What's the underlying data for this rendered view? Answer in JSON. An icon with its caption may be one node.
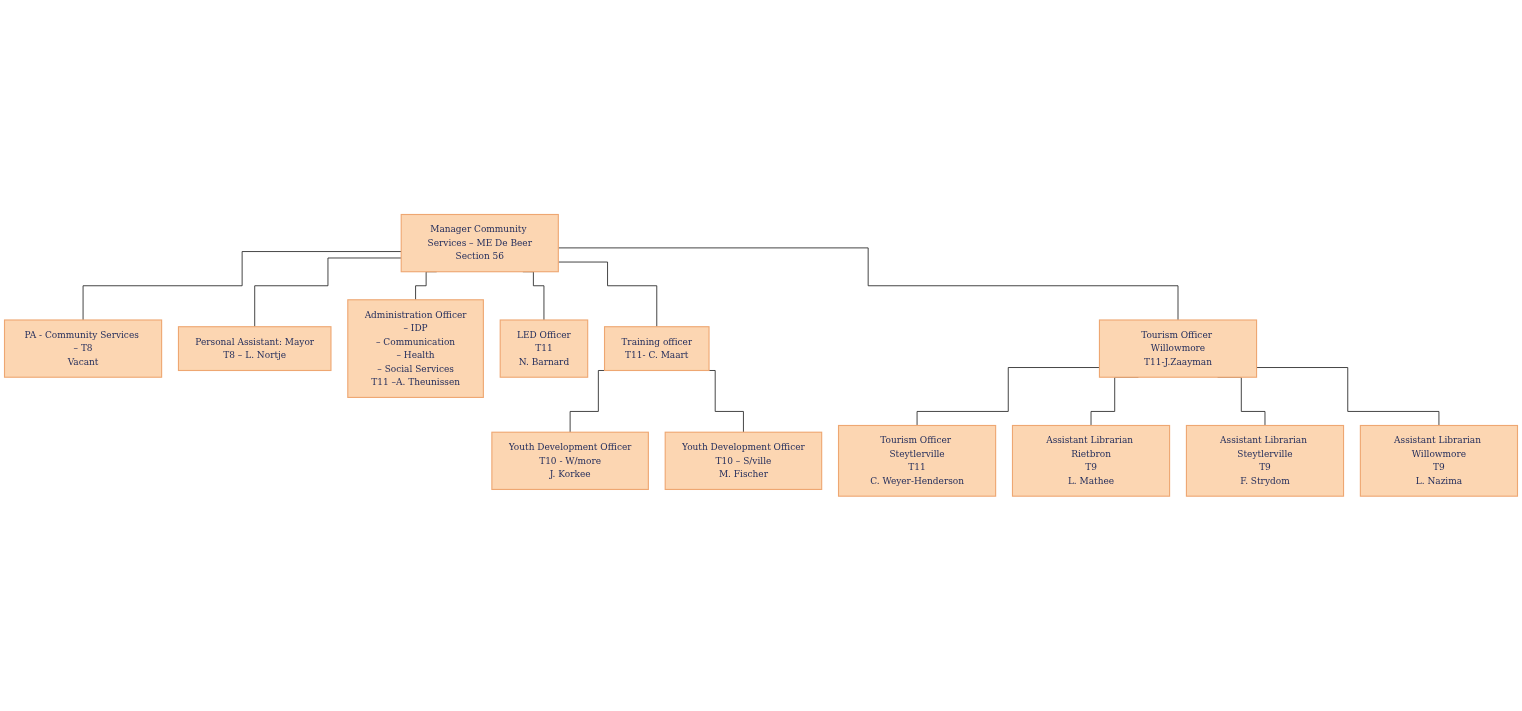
{
  "diagram": {
    "nodes": [
      {
        "text": [
          "Manager Community Services – ME De Beer",
          "Section 56"
        ]
      },
      {
        "text": [
          "PA - Community Services – T8",
          "Vacant"
        ]
      },
      {
        "text": [
          "Personal Assistant:  Mayor",
          "T8 – L. Nortje"
        ]
      },
      {
        "text": [
          "Administration Officer",
          "– IDP",
          "– Communication",
          "– Health",
          "– Social Services",
          "T11 –A. Theunissen"
        ]
      },
      {
        "text": [
          "LED Officer",
          "T11",
          "N. Barnard"
        ]
      },
      {
        "text": [
          "Training officer",
          "T11- C. Maart"
        ]
      },
      {
        "text": [
          "Tourism Officer Willowmore",
          "T11-J.Zaayman"
        ]
      },
      {
        "text": [
          "Tourism Officer Steytlerville",
          "T11",
          "C. Weyer-Henderson"
        ]
      },
      {
        "text": [
          "Youth Development Officer",
          "T10 - W/more",
          "J. Korkee"
        ]
      },
      {
        "text": [
          "Youth Development Officer",
          "T10 – S/ville",
          "M. Fischer"
        ]
      },
      {
        "text": [
          "Assistant Librarian Rietbron",
          "T9",
          "L. Mathee"
        ]
      },
      {
        "text": [
          "Assistant Librarian Steytlerville",
          "T9",
          "F. Strydom"
        ]
      },
      {
        "text": [
          "Assistant Librarian Willowmore",
          "T9",
          "L. Nazima"
        ]
      }
    ],
    "edges": [
      {
        "from": 0,
        "to": 1,
        "arrow": "none"
      },
      {
        "from": 0,
        "to": 2,
        "arrow": "none"
      },
      {
        "from": 0,
        "to": 3,
        "arrow": "none"
      },
      {
        "from": 0,
        "to": 4,
        "arrow": "none"
      },
      {
        "from": 0,
        "to": 5,
        "arrow": "none"
      },
      {
        "from": 0,
        "to": 6,
        "arrow": "none"
      },
      {
        "from": 6,
        "to": 7,
        "arrow": "none"
      },
      {
        "from": 5,
        "to": 8,
        "arrow": "none"
      },
      {
        "from": 5,
        "to": 9,
        "arrow": "none"
      },
      {
        "from": 6,
        "to": 10,
        "arrow": "none"
      },
      {
        "from": 6,
        "to": 11,
        "arrow": "none"
      },
      {
        "from": 6,
        "to": 12,
        "arrow": "none"
      }
    ]
  }
}
